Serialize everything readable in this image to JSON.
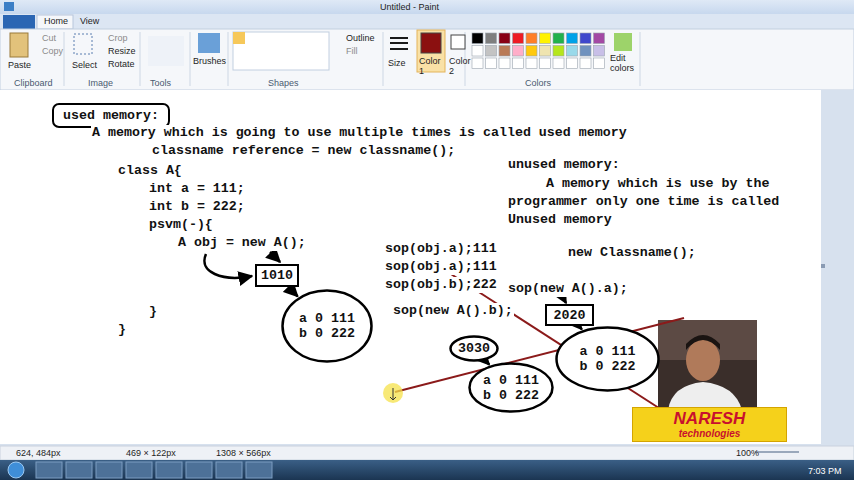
{
  "diagram": {
    "nodes": [
      {
        "text": [
          "used memory:"
        ]
      },
      {
        "text": [
          "1010"
        ]
      },
      {
        "text": [
          "a 0 111",
          "b 0 222"
        ]
      },
      {
        "text": [
          "2020"
        ]
      },
      {
        "text": [
          "3030"
        ]
      },
      {
        "text": [
          "a 0 111",
          "b 0 222"
        ]
      },
      {
        "text": [
          "a 0 111",
          "b 0 222"
        ]
      },
      {
        "text": [
          "NARESH",
          "technologies"
        ]
      }
    ],
    "edges": [
      {
        "from": 1,
        "to": 2,
        "arrow": "to"
      },
      {
        "from": 4,
        "to": 5,
        "arrow": "to"
      },
      {
        "from": 3,
        "to": 6,
        "arrow": "to"
      }
    ],
    "labels": [
      "Untitled - Paint",
      "Home",
      "View",
      "Paste",
      "Cut",
      "Copy",
      "Select",
      "Crop",
      "Resize",
      "Rotate",
      "Brushes",
      "Outline",
      "Fill",
      "Size",
      "Color 1",
      "Color 2",
      "Edit colors",
      "Clipboard",
      "Image",
      "Tools",
      "Shapes",
      "Colors",
      "A memory which is going to use multiple times is called used memory",
      "classname reference = new classname();",
      "class A{",
      "int a = 111;",
      "int b = 222;",
      "psvm(-){",
      "A obj = new A();",
      "}",
      "}",
      "unused memory:",
      "A memory which is use by the programmer only one time is called Unused memory",
      "new Classname();",
      "sop(obj.a);111",
      "sop(obj.a);111",
      "sop(obj.b);222",
      "sop(new A().b);",
      "sop(new A().a);",
      "624, 484px",
      "469 × 122px",
      "1308 × 566px",
      "100%",
      "7:03 PM"
    ]
  }
}
